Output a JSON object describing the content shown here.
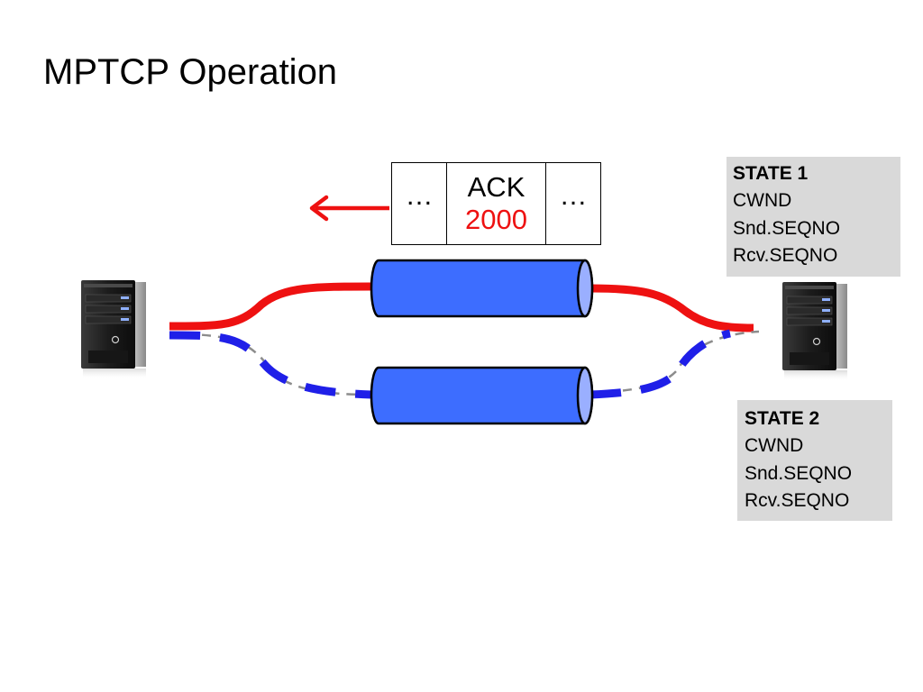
{
  "slide": {
    "title": "MPTCP Operation"
  },
  "packet": {
    "left_dots": "…",
    "ack_label": "ACK",
    "ack_number": "2000",
    "right_dots": "…"
  },
  "state_1": {
    "title": "STATE 1",
    "lines": [
      "CWND",
      "Snd.SEQNO",
      "Rcv.SEQNO"
    ]
  },
  "state_2": {
    "title": "STATE 2",
    "lines": [
      "CWND",
      "Snd.SEQNO",
      "Rcv.SEQNO"
    ]
  },
  "colors": {
    "subflow_1": "#ee1111",
    "subflow_2": "#1f1fe8",
    "pipe_fill": "#3d6dff",
    "pipe_end": "#9aafff",
    "dashed_path": "#8c8c8c",
    "ack_value": "#ee1111",
    "state_box_bg": "#d9d9d9"
  },
  "icons": {
    "left_host": "server-tower-icon",
    "right_host": "server-tower-icon",
    "ack_arrow": "arrow-left-icon"
  }
}
